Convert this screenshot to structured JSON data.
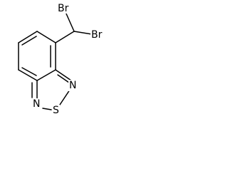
{
  "molecule": {
    "atoms": {
      "br1": "Br",
      "br2": "Br",
      "n_top": "N",
      "n_bottom": "N",
      "s": "S"
    }
  }
}
